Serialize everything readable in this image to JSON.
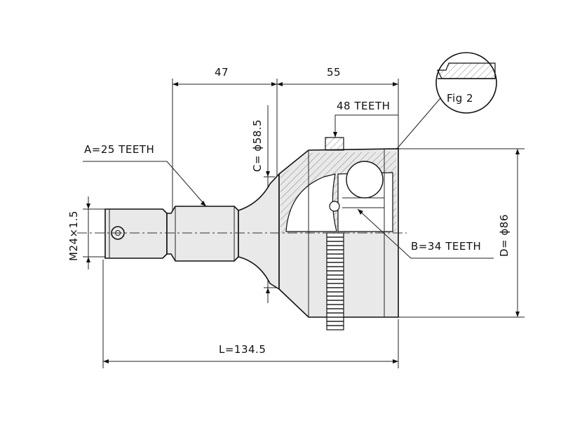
{
  "figure": {
    "fig_label": "Fig 2",
    "dimensions": {
      "len_47": "47",
      "len_55": "55",
      "total_length": "L=134.5",
      "diam_c": "C= ϕ58.5",
      "diam_d": "D= ϕ86",
      "thread": "M24×1.5"
    },
    "callouts": {
      "a_teeth": "A=25 TEETH",
      "b_teeth": "B=34 TEETH",
      "abs_teeth": "48 TEETH"
    }
  }
}
